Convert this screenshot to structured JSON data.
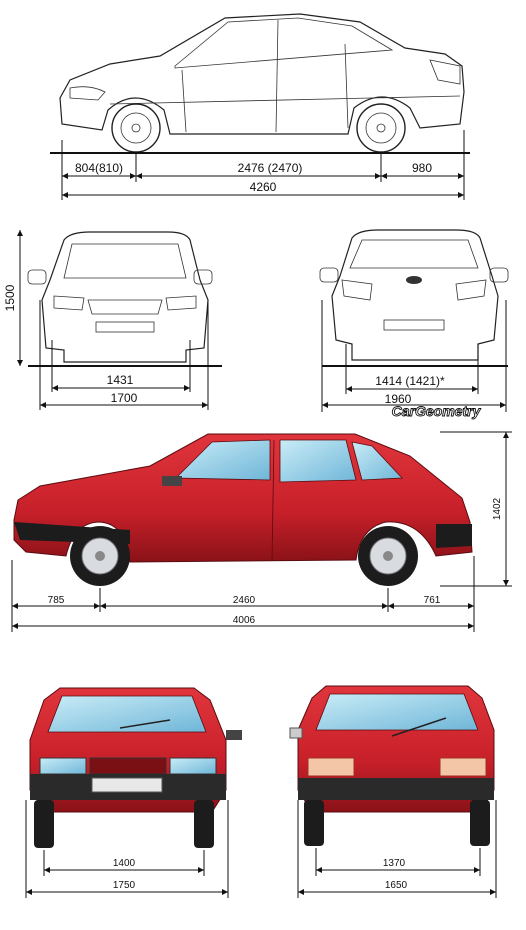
{
  "sedan": {
    "front_overhang": "804(810)",
    "wheelbase": "2476 (2470)",
    "rear_overhang": "980",
    "length": "4260",
    "height": "1500",
    "front_track": "1431",
    "width": "1700",
    "rear_track": "1414 (1421)*",
    "width_mirrors": "1960"
  },
  "watermark": "CarGeometry",
  "hatchback": {
    "height": "1402",
    "front_overhang": "785",
    "wheelbase": "2460",
    "rear_overhang": "761",
    "length": "4006",
    "front_track": "1400",
    "width_front": "1750",
    "rear_track": "1370",
    "width_rear": "1650"
  },
  "colors": {
    "line": "#222222",
    "car_red": "#c8202a",
    "car_red_dark": "#8a1218",
    "glass": "#9fd4ea",
    "tyre": "#1c1c1c",
    "watermark_fill": "#ffffff"
  }
}
